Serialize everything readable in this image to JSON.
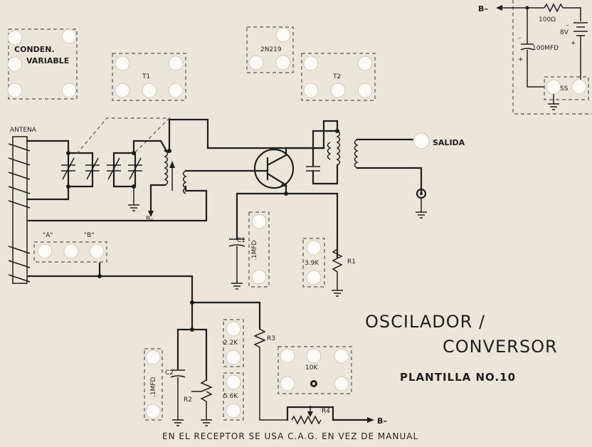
{
  "title": {
    "line1": "OSCILADOR /",
    "line2": "CONVERSOR"
  },
  "subtitle": "PLANTILLA NO.10",
  "footer_note": "EN EL RECEPTOR SE USA C.A.G. EN VEZ DE MANUAL",
  "labels": {
    "antenna": "ANTENA",
    "variable_cap": [
      "CONDEN.",
      "VARIABLE"
    ],
    "t1": "T1",
    "transistor": "2N219",
    "t2": "T2",
    "output": "SALIDA",
    "b_minus": "B–",
    "tap_a": "\"A\"",
    "tap_b": "\"B\"",
    "c1": "C1",
    "c1_value": ".1MFD",
    "r1_value": "3.9K",
    "r1": "R1",
    "c2": "C2",
    "c2_value": ".1MFD",
    "r2": "R2",
    "r2_value": "2.2K",
    "r3_value": "5.6K",
    "r3": "R3",
    "pot_value": "10K",
    "r4": "R4",
    "supply_resistor": "100Ω",
    "battery": "8V",
    "supply_cap": "100MFD",
    "switch": "SS",
    "minus": "–",
    "plus": "+"
  }
}
